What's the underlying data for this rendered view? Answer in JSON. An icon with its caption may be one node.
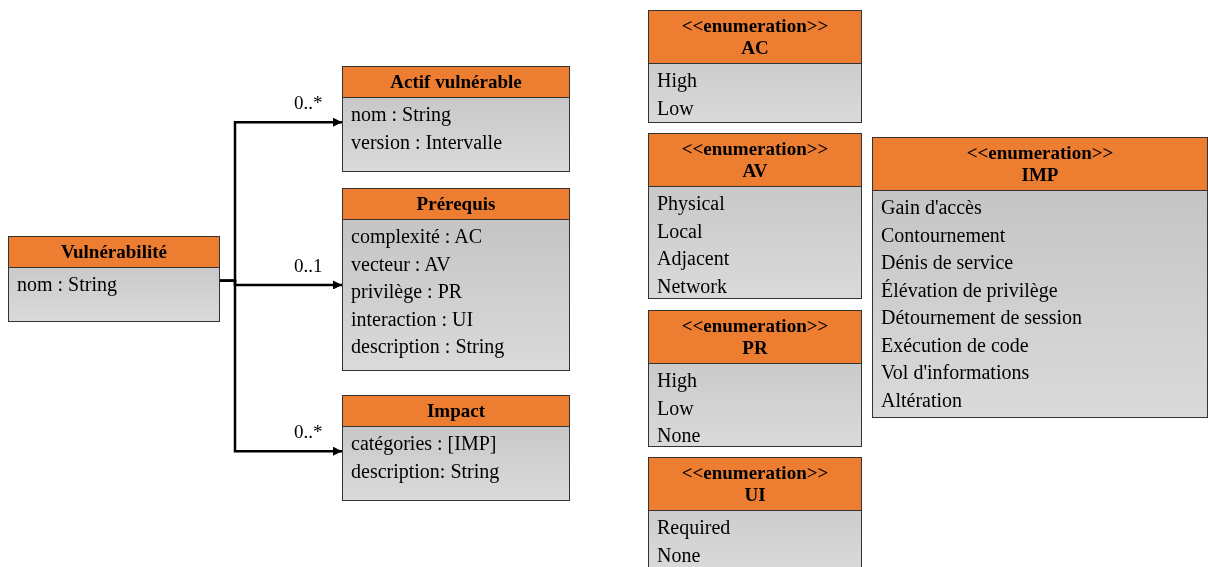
{
  "diagram": {
    "nodes": [
      {
        "text": [
          "Vulnérabilité",
          "nom : String"
        ]
      },
      {
        "text": [
          "Actif vulnérable",
          "nom : String",
          "version : Intervalle"
        ]
      },
      {
        "text": [
          "Prérequis",
          "complexité : AC",
          "vecteur : AV",
          "privilège : PR",
          "interaction : UI",
          "description : String"
        ]
      },
      {
        "text": [
          "Impact",
          "catégories : [IMP]",
          "description: String"
        ]
      },
      {
        "text": [
          "<<enumeration>>",
          "AC",
          "High",
          "Low"
        ]
      },
      {
        "text": [
          "<<enumeration>>",
          "AV",
          "Physical",
          "Local",
          "Adjacent",
          "Network"
        ]
      },
      {
        "text": [
          "<<enumeration>>",
          "IMP",
          "Gain d'accès",
          "Contournement",
          "Dénis de service",
          "Élévation de privilège",
          "Détournement de session",
          "Exécution de code",
          "Vol d'informations",
          "Altération"
        ]
      },
      {
        "text": [
          "<<enumeration>>",
          "PR",
          "High",
          "Low",
          "None"
        ]
      },
      {
        "text": [
          "<<enumeration>>",
          "UI",
          "Required",
          "None"
        ]
      }
    ],
    "edges": [
      {
        "from": 0,
        "to": 1,
        "arrow": "to",
        "label": "0..*"
      },
      {
        "from": 0,
        "to": 2,
        "arrow": "to",
        "label": "0..1"
      },
      {
        "from": 0,
        "to": 3,
        "arrow": "to",
        "label": "0..*"
      }
    ]
  }
}
